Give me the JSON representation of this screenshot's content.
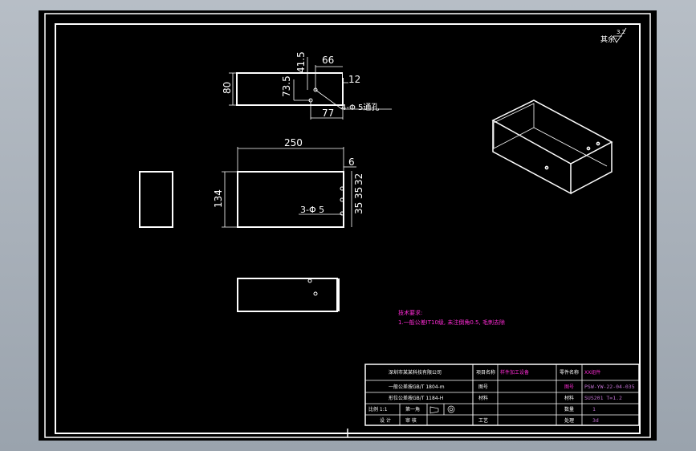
{
  "roughness": {
    "label": "其余:",
    "value": "3.2"
  },
  "front_view": {
    "height": "80",
    "d1": "41.5",
    "d2": "66",
    "d3": "73.5",
    "d4": "12",
    "d5": "77",
    "hole_note": "4-Φ 5通孔"
  },
  "top_view": {
    "length": "250",
    "width": "134",
    "d6": "6",
    "d7": "32",
    "d8": "35",
    "d9": "35",
    "hole_note": "3-Φ 5"
  },
  "tech_requirements": {
    "title": "技术要求:",
    "line1": "1.一般公差IT10级, 未注倒角0.5, 毛刺去除"
  },
  "title_block": {
    "company": "深圳市某某科技有限公司",
    "std1": "一般公差按GB/T 1804-m",
    "std2": "形位公差按GB/T 1184-H",
    "row3_left": "比例 1:1",
    "row3_mid": "第一角",
    "row4_left": "设 计",
    "row4_mid": "审 核",
    "c_project": "项目名称",
    "c_project_val": "样件加工设备",
    "c_name": "零件名称",
    "c_name_val": "XX组件",
    "c_drawno": "图号",
    "c_drawno_val": "PSW-YW-22-04-035",
    "c_material": "材料",
    "c_material_val": "SUS201  T=1.2",
    "c_qty": "数量",
    "c_qty_val": "1",
    "c_process": "工艺",
    "c_finish": "处理",
    "c_finish_val": "3d"
  }
}
